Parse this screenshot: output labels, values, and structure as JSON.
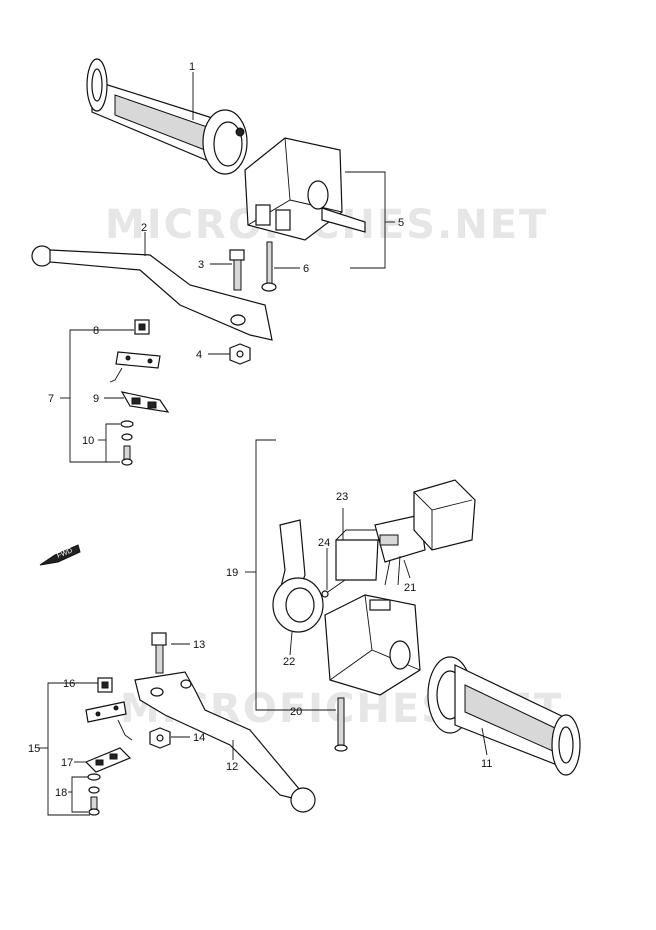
{
  "watermarks": [
    "MICROFICHES.NET",
    "MICROFICHES.NET"
  ],
  "fwd_label": "FWD",
  "callouts": {
    "c1": "1",
    "c2": "2",
    "c3": "3",
    "c4": "4",
    "c5": "5",
    "c6": "6",
    "c7": "7",
    "c8": "8",
    "c9": "9",
    "c10": "10",
    "c11": "11",
    "c12": "12",
    "c13": "13",
    "c14": "14",
    "c15": "15",
    "c16": "16",
    "c17": "17",
    "c18": "18",
    "c19": "19",
    "c20": "20",
    "c21": "21",
    "c22": "22",
    "c23": "23",
    "c24": "24"
  }
}
